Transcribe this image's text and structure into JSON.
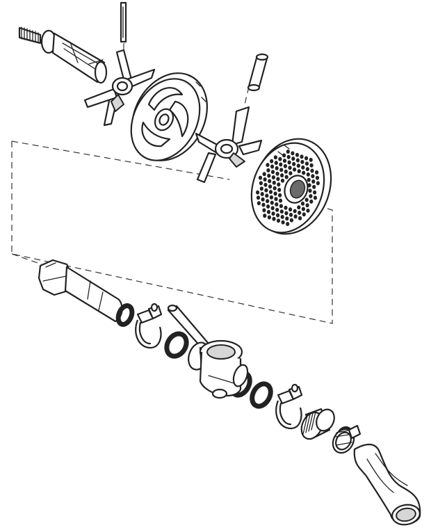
{
  "diagram": {
    "kind": "exploded-view",
    "line_color": "#222222",
    "background": "#ffffff",
    "components": [
      {
        "name": "threaded-shaft"
      },
      {
        "name": "locking-pin"
      },
      {
        "name": "cross-knife-upper"
      },
      {
        "name": "pre-cutter-plate"
      },
      {
        "name": "shaft-sleeve"
      },
      {
        "name": "cross-knife-lower"
      },
      {
        "name": "perforated-hole-plate"
      },
      {
        "name": "inlet-hex-tube"
      },
      {
        "name": "sealing-ring"
      },
      {
        "name": "pipe-clamp"
      },
      {
        "name": "three-way-valve"
      },
      {
        "name": "threaded-nipple"
      },
      {
        "name": "hose-clamp"
      },
      {
        "name": "curved-outlet-hose"
      }
    ]
  }
}
